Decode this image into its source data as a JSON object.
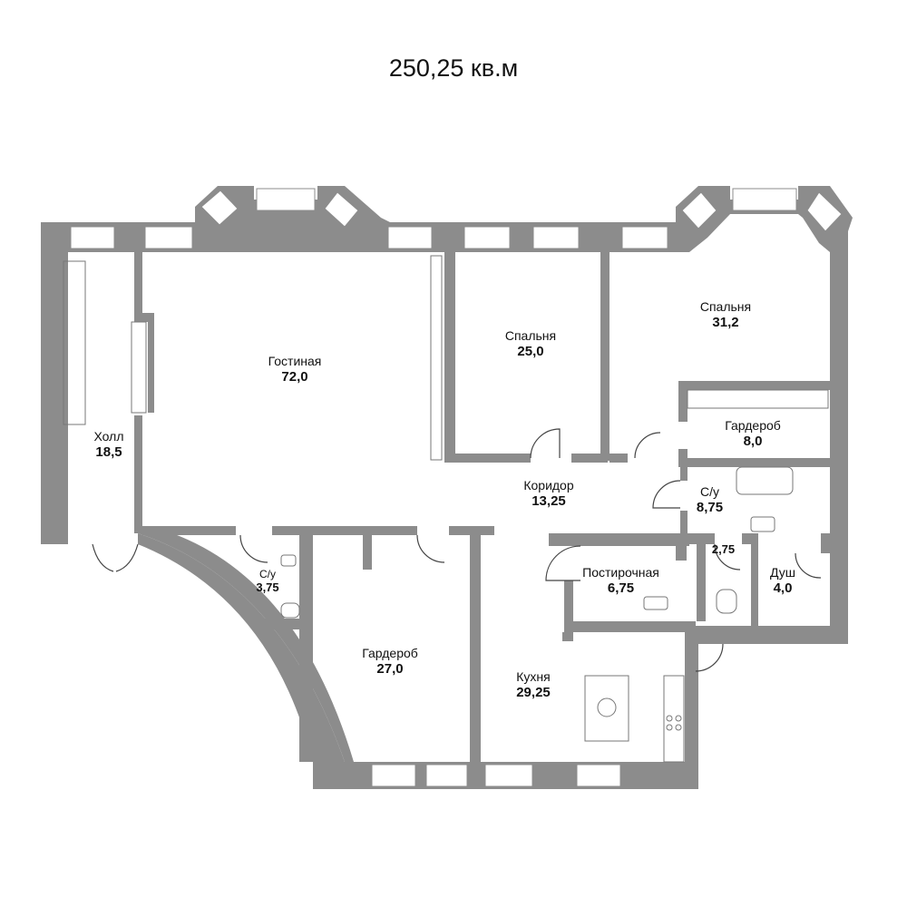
{
  "header": {
    "total_area": "250,25 кв.м"
  },
  "rooms": {
    "hall": {
      "name": "Холл",
      "area": "18,5"
    },
    "living": {
      "name": "Гостиная",
      "area": "72,0"
    },
    "bedroom1": {
      "name": "Спальня",
      "area": "25,0"
    },
    "bedroom2": {
      "name": "Спальня",
      "area": "31,2"
    },
    "wardrobe1": {
      "name": "Гардероб",
      "area": "8,0"
    },
    "corridor": {
      "name": "Коридор",
      "area": "13,25"
    },
    "bath1": {
      "name": "С/у",
      "area": "8,75"
    },
    "bath2": {
      "name": "С/у",
      "area": "3,75"
    },
    "wc_small": {
      "name": "",
      "area": "2,75"
    },
    "laundry": {
      "name": "Постирочная",
      "area": "6,75"
    },
    "shower": {
      "name": "Душ",
      "area": "4,0"
    },
    "wardrobe2": {
      "name": "Гардероб",
      "area": "27,0"
    },
    "kitchen": {
      "name": "Кухня",
      "area": "29,25"
    }
  },
  "colors": {
    "wall": "#8c8c8c",
    "window_frame": "#7a7a7a",
    "glass": "#ffffff",
    "fixture": "#999999"
  }
}
